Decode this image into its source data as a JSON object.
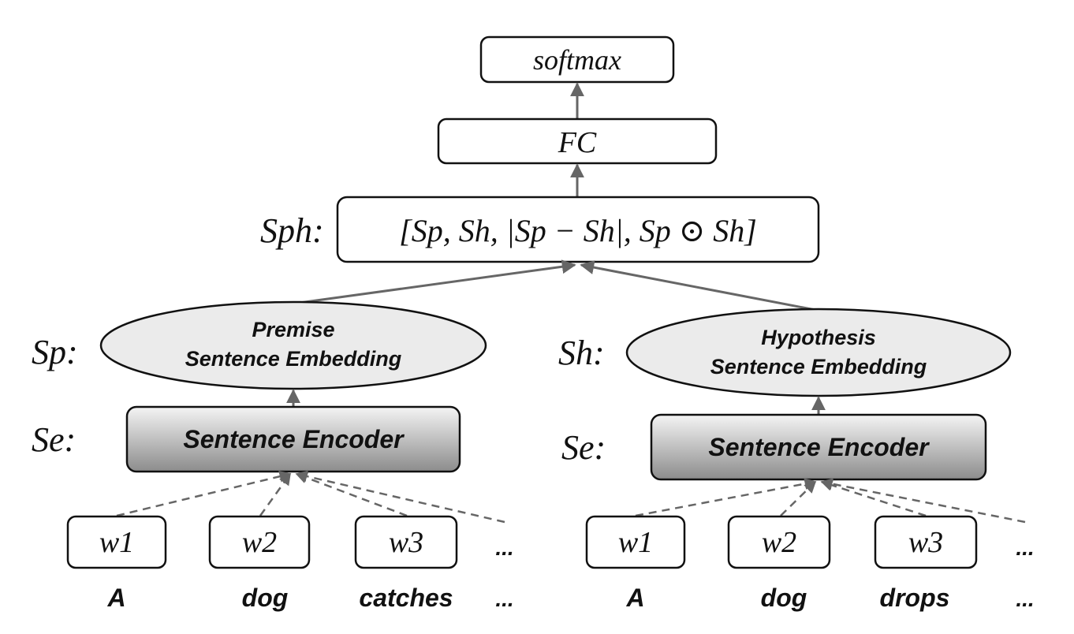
{
  "output": {
    "softmax_label": "softmax",
    "fc_label": "FC",
    "concat_label": "[Sp, Sh, |Sp − Sh|, Sp ⊙ Sh]",
    "concat_var": "Sph:"
  },
  "premise": {
    "var_label": "Sp:",
    "embedding_line1": "Premise",
    "embedding_line2": "Sentence Embedding",
    "encoder_var": "Se:",
    "encoder_label": "Sentence Encoder",
    "words": [
      {
        "token": "w1",
        "word": "A"
      },
      {
        "token": "w2",
        "word": "dog"
      },
      {
        "token": "w3",
        "word": "catches"
      }
    ],
    "ellipsis_token": "...",
    "ellipsis_word": "..."
  },
  "hypothesis": {
    "var_label": "Sh:",
    "embedding_line1": "Hypothesis",
    "embedding_line2": "Sentence Embedding",
    "encoder_var": "Se:",
    "encoder_label": "Sentence Encoder",
    "words": [
      {
        "token": "w1",
        "word": "A"
      },
      {
        "token": "w2",
        "word": "dog"
      },
      {
        "token": "w3",
        "word": "drops"
      }
    ],
    "ellipsis_token": "...",
    "ellipsis_word": "..."
  },
  "colors": {
    "stroke": "#111111",
    "arrow": "#666666",
    "ellipse_fill": "#ebebeb",
    "encoder_top": "#f4f4f4",
    "encoder_bottom": "#8c8c8c"
  }
}
